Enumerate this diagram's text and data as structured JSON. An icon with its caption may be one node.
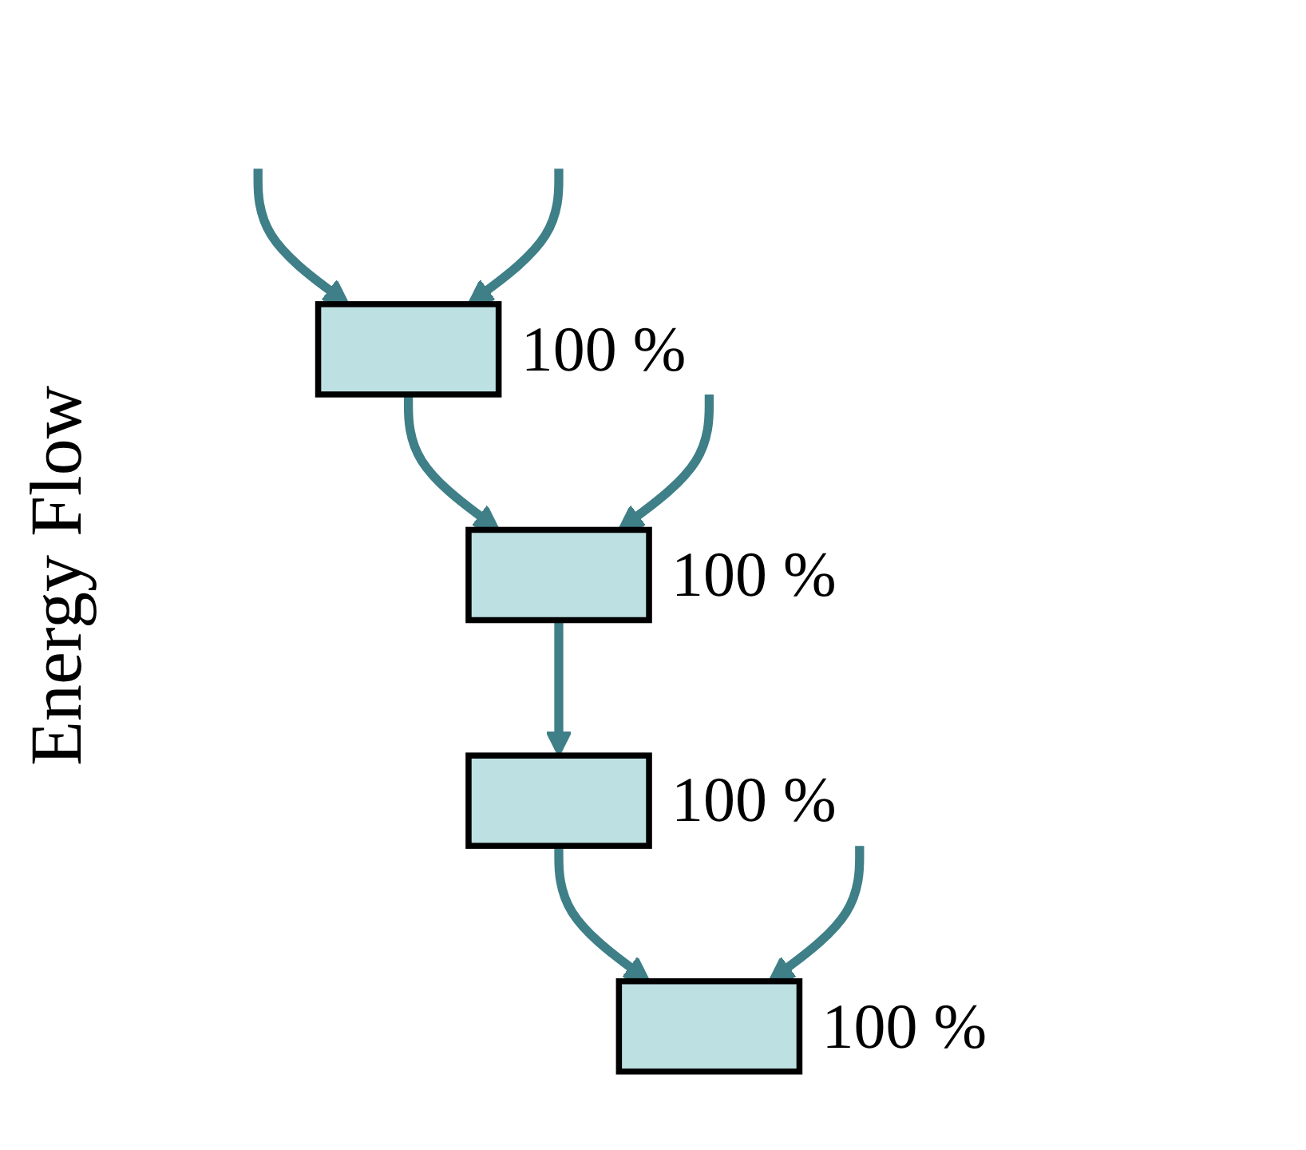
{
  "diagram": {
    "nodes": [
      {
        "text": [],
        "shape": "box",
        "beside": [
          "100 %"
        ]
      },
      {
        "text": [],
        "shape": "box",
        "beside": [
          "100 %"
        ]
      },
      {
        "text": [],
        "shape": "box",
        "beside": [
          "100 %"
        ]
      },
      {
        "text": [],
        "shape": "box",
        "beside": [
          "100 %"
        ]
      }
    ],
    "edges": [
      {
        "from": null,
        "to": 0,
        "arrow": "to"
      },
      {
        "from": 0,
        "to": 1,
        "arrow": "to"
      },
      {
        "from": 1,
        "to": 2,
        "arrow": "to"
      },
      {
        "from": 2,
        "to": 3,
        "arrow": "to"
      },
      {
        "from": null,
        "to": 0,
        "arrow": "to"
      },
      {
        "from": null,
        "to": 1,
        "arrow": "to"
      },
      {
        "from": null,
        "to": 3,
        "arrow": "to"
      }
    ],
    "labels": [
      "Energy Flow"
    ]
  }
}
